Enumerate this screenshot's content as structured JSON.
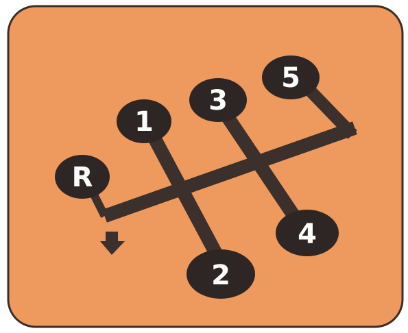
{
  "diagram": {
    "colors": {
      "background_panel": "#EE9A5E",
      "panel_border": "#3A2E28",
      "gate_line": "#3B302C",
      "knob_fill": "#2E2624",
      "knob_label": "#FFFFFF",
      "page": "#FFFFFF"
    },
    "gears": [
      {
        "id": "R",
        "label": "R"
      },
      {
        "id": "1",
        "label": "1"
      },
      {
        "id": "2",
        "label": "2"
      },
      {
        "id": "3",
        "label": "3"
      },
      {
        "id": "4",
        "label": "4"
      },
      {
        "id": "5",
        "label": "5"
      }
    ],
    "reverse_indicator_icon": "arrow-down-icon"
  }
}
